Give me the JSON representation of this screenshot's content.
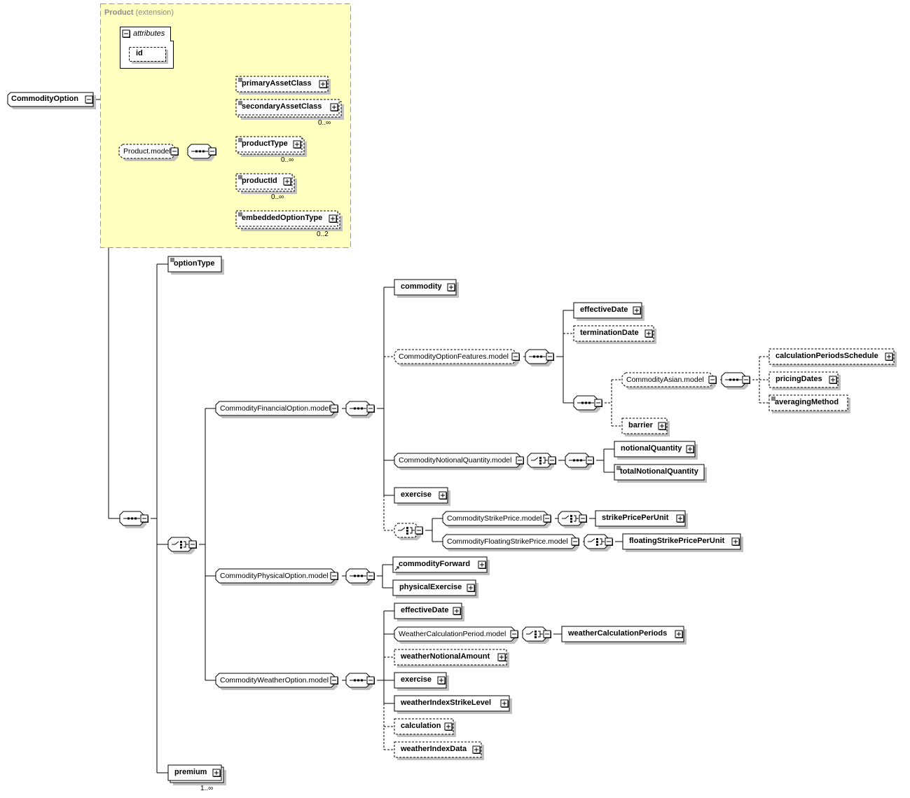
{
  "root": {
    "label": "CommodityOption",
    "toggle": "collapse"
  },
  "extension": {
    "base": "Product",
    "suffix": "(extension)",
    "fill": "#ffffc0",
    "border": "#999999"
  },
  "attributes": {
    "title": "attributes",
    "items": [
      {
        "label": "id",
        "optional": true
      }
    ]
  },
  "product_model": {
    "label": "Product.model",
    "compositor": "sequence",
    "children": [
      {
        "label": "primaryAssetClass",
        "optional": true,
        "simple": true,
        "expand": true,
        "cardinality": ""
      },
      {
        "label": "secondaryAssetClass",
        "optional": true,
        "simple": true,
        "expand": true,
        "multiple": true,
        "cardinality": "0..∞"
      },
      {
        "label": "productType",
        "optional": true,
        "simple": true,
        "expand": true,
        "multiple": true,
        "cardinality": "0..∞"
      },
      {
        "label": "productId",
        "optional": true,
        "simple": true,
        "expand": true,
        "multiple": true,
        "cardinality": "0..∞"
      },
      {
        "label": "embeddedOptionType",
        "optional": true,
        "simple": true,
        "expand": true,
        "multiple": true,
        "cardinality": "0..2"
      }
    ]
  },
  "main_sequence": {
    "compositor": "sequence",
    "option_type": {
      "label": "optionType",
      "simple": true
    },
    "choice": "choice",
    "premium": {
      "label": "premium",
      "multiple": true,
      "cardinality": "1..∞"
    }
  },
  "financial": {
    "label": "CommodityFinancialOption.model",
    "compositor": "sequence",
    "commodity": "commodity",
    "features": {
      "label": "CommodityOptionFeatures.model",
      "compositor": "sequence",
      "effective_date": "effectiveDate",
      "termination_date": "terminationDate",
      "inner_compositor": "sequence",
      "asian": {
        "label": "CommodityAsian.model",
        "compositor": "sequence",
        "children": [
          "calculationPeriodsSchedule",
          "pricingDates",
          "averagingMethod"
        ]
      },
      "barrier": "barrier"
    },
    "notional": {
      "label": "CommodityNotionalQuantity.model",
      "choice": "choice",
      "compositor": "sequence",
      "children": [
        "notionalQuantity",
        "totalNotionalQuantity"
      ]
    },
    "exercise": "exercise",
    "strike_choice": "choice",
    "strike": {
      "label": "CommodityStrikePrice.model",
      "choice": "choice",
      "child": "strikePricePerUnit"
    },
    "floating_strike": {
      "label": "CommodityFloatingStrikePrice.model",
      "choice": "choice",
      "child": "floatingStrikePricePerUnit"
    }
  },
  "physical": {
    "label": "CommodityPhysicalOption.model",
    "compositor": "sequence",
    "children": [
      "commodityForward",
      "physicalExercise"
    ]
  },
  "weather": {
    "label": "CommodityWeatherOption.model",
    "compositor": "sequence",
    "effective_date": "effectiveDate",
    "period": {
      "label": "WeatherCalculationPeriod.model",
      "choice": "choice",
      "child": "weatherCalculationPeriods"
    },
    "children": [
      "weatherNotionalAmount",
      "exercise",
      "weatherIndexStrikeLevel",
      "calculation",
      "weatherIndexData"
    ]
  }
}
